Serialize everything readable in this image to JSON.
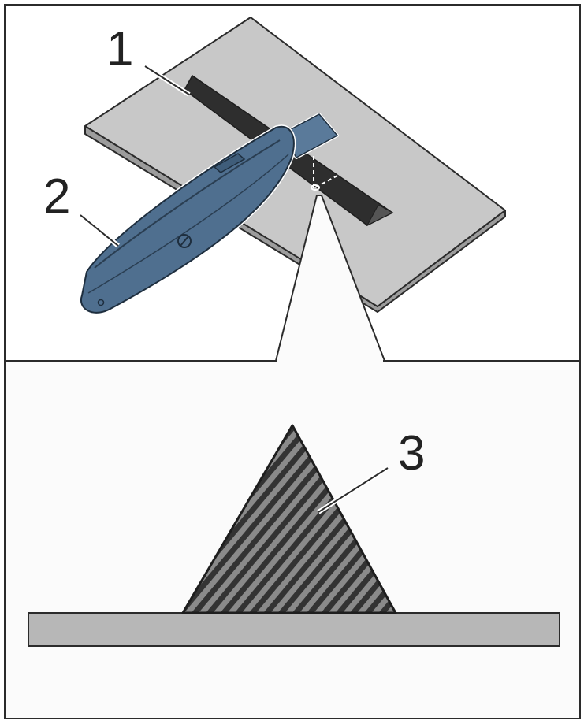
{
  "callouts": {
    "c1": "1",
    "c2": "2",
    "c3": "3"
  },
  "colors": {
    "frame": "#2b2b2b",
    "plate": "#c8c8c8",
    "strip": "#2e2e2e",
    "knife_body": "#4f6f8f",
    "knife_blade": "#5a7a9a",
    "detail_panel": "#fbfbfb",
    "base_bar": "#b7b7b7",
    "hatch_dark": "#3a3a3a",
    "hatch_light": "#8a8a8a"
  }
}
